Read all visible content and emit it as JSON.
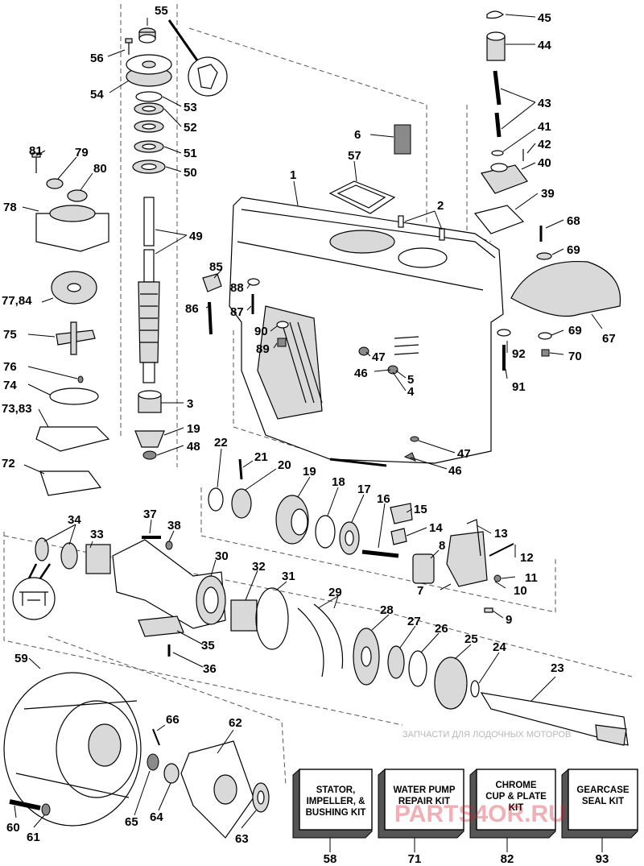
{
  "kits": [
    {
      "line1": "STATOR,",
      "line2": "IMPELLER, &",
      "line3": "BUSHING KIT",
      "number": "58"
    },
    {
      "line1": "WATER PUMP",
      "line2": "REPAIR KIT",
      "line3": "",
      "number": "71"
    },
    {
      "line1": "CHROME",
      "line2": "CUP & PLATE",
      "line3": "KIT",
      "number": "82"
    },
    {
      "line1": "GEARCASE",
      "line2": "SEAL KIT",
      "line3": "",
      "number": "93"
    }
  ],
  "parts": [
    "1",
    "2",
    "3",
    "4",
    "5",
    "6",
    "7",
    "8",
    "9",
    "10",
    "11",
    "12",
    "13",
    "14",
    "15",
    "16",
    "17",
    "18",
    "19",
    "19",
    "20",
    "21",
    "22",
    "23",
    "24",
    "25",
    "26",
    "27",
    "28",
    "29",
    "30",
    "31",
    "32",
    "33",
    "34",
    "35",
    "36",
    "37",
    "38",
    "39",
    "40",
    "41",
    "42",
    "43",
    "44",
    "45",
    "46",
    "46",
    "47",
    "47",
    "48",
    "49",
    "50",
    "51",
    "52",
    "53",
    "54",
    "55",
    "56",
    "57",
    "59",
    "60",
    "61",
    "62",
    "63",
    "64",
    "65",
    "66",
    "67",
    "68",
    "69",
    "69",
    "70",
    "72",
    "73,83",
    "74",
    "75",
    "76",
    "77,84",
    "78",
    "79",
    "80",
    "81",
    "85",
    "86",
    "87",
    "88",
    "89",
    "90",
    "91",
    "92"
  ],
  "watermark": {
    "text": "PARTS4OR.RU",
    "subtext": "ЗАПЧАСТИ ДЛЯ ЛОДОЧНЫХ МОТОРОВ"
  }
}
